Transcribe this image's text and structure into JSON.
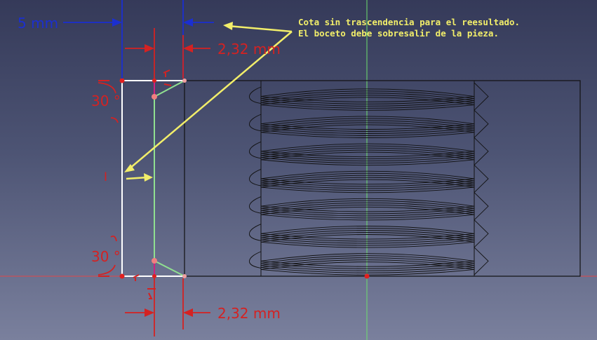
{
  "dimensions": {
    "total_width": "5 mm",
    "offset_top": "2,32 mm",
    "offset_bottom": "2,32 mm",
    "angle_top": "30 °",
    "angle_bottom": "30 °",
    "vertical_marker": "I"
  },
  "annotation": {
    "line1": "Cota sin trascendencia para el reesultado.",
    "line2": "El boceto debe sobresalir de la pieza."
  },
  "colors": {
    "sketch": "#ffffff",
    "construction": "#90e090",
    "dimension_blue": "#1b2fd0",
    "dimension_red": "#d42222",
    "note": "#f2ee6a",
    "axis_vertical": "#6de06d",
    "axis_horizontal": "#e04848"
  }
}
